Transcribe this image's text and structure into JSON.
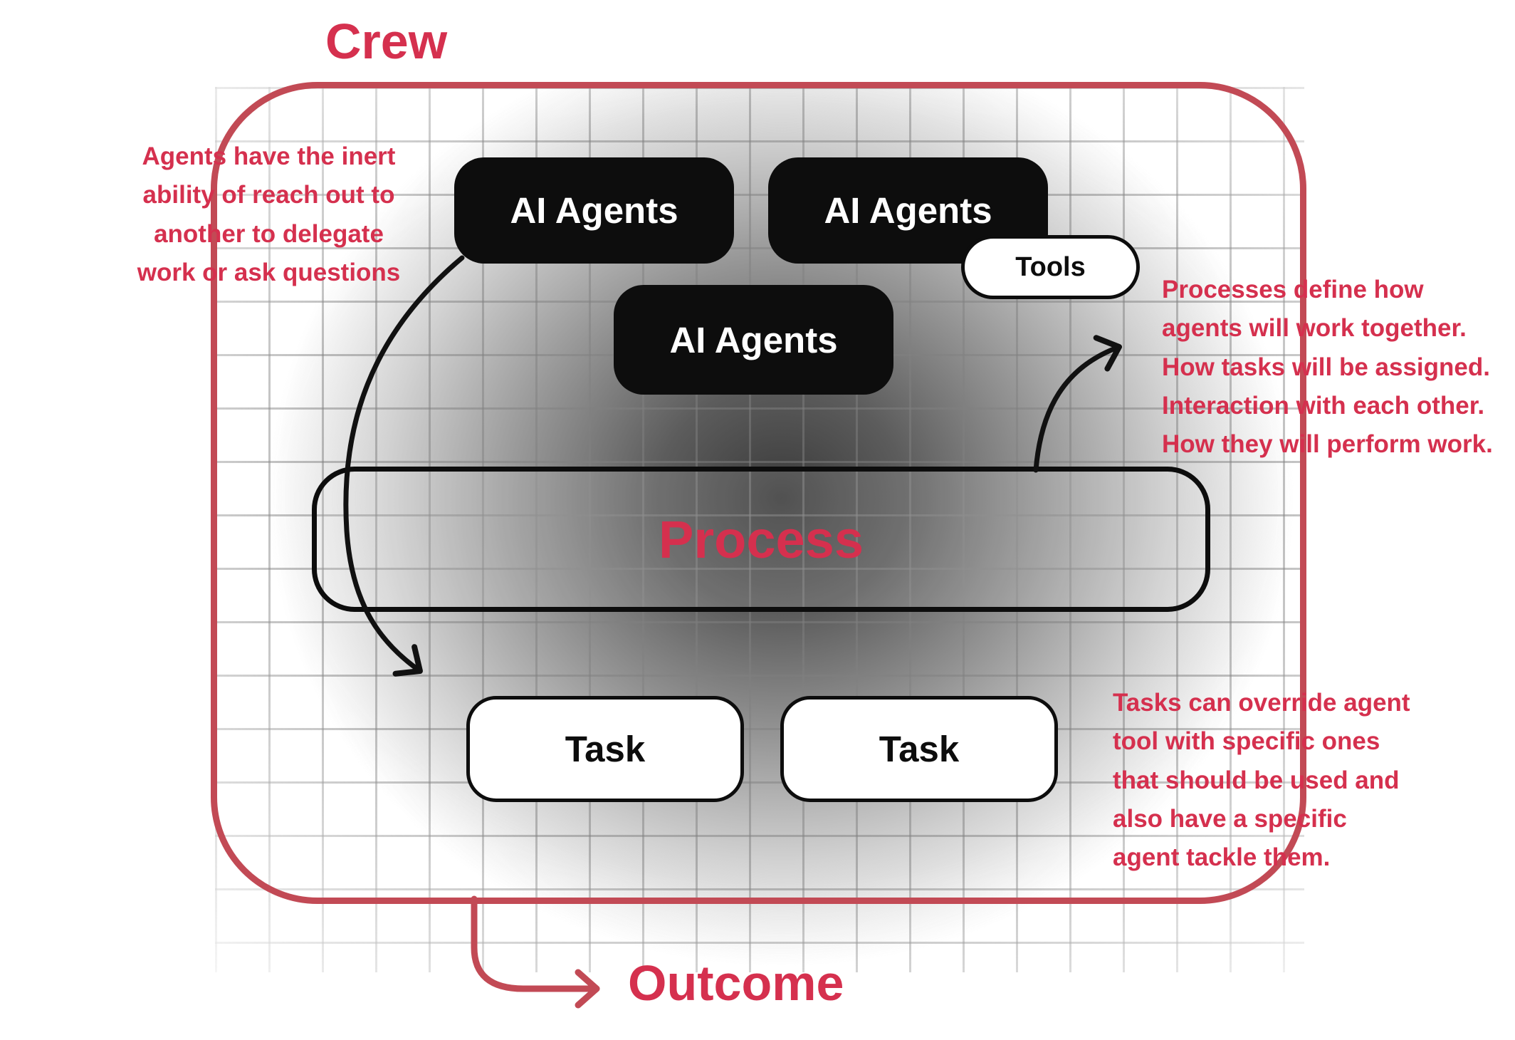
{
  "diagram": {
    "title": "Crew",
    "outcome_label": "Outcome",
    "nodes": {
      "agents1": "AI Agents",
      "agents2": "AI Agents",
      "agents3": "AI Agents",
      "tools": "Tools",
      "process": "Process",
      "task1": "Task",
      "task2": "Task"
    },
    "annotations": {
      "left": "Agents have the inert\nability of reach out to\nanother to delegate\nwork or ask questions",
      "right_top": "Processes define how\nagents will work together.\nHow tasks will be assigned.\nInteraction with each other.\nHow they will perform work.",
      "right_bottom": "Tasks can override agent\ntool with specific ones\nthat should be used and\nalso have a specific\nagent tackle them."
    },
    "colors": {
      "accent_text": "#D5304E",
      "accent_border": "#C24A55",
      "node_black": "#0D0D0D",
      "node_white": "#FFFFFF",
      "arrow_black": "#111111",
      "grid_line": "#B5B5B5",
      "shade_center": "#3A3A3A"
    }
  }
}
